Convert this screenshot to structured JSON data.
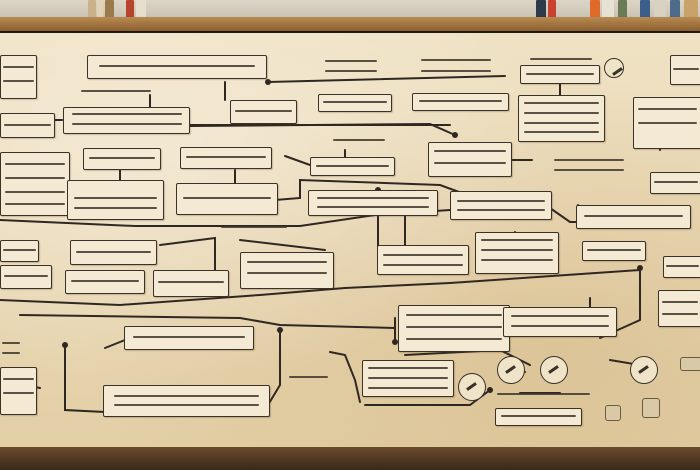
{
  "scene": {
    "description_labels": {
      "board": "whiteboard",
      "shelf": "shelf",
      "wires": "connector-lines"
    },
    "colors": {
      "paper": "#f4ead3",
      "ink": "#3a3128",
      "board": "#ead9b6",
      "shelf": "#a0703c"
    },
    "notes_count": 40
  }
}
